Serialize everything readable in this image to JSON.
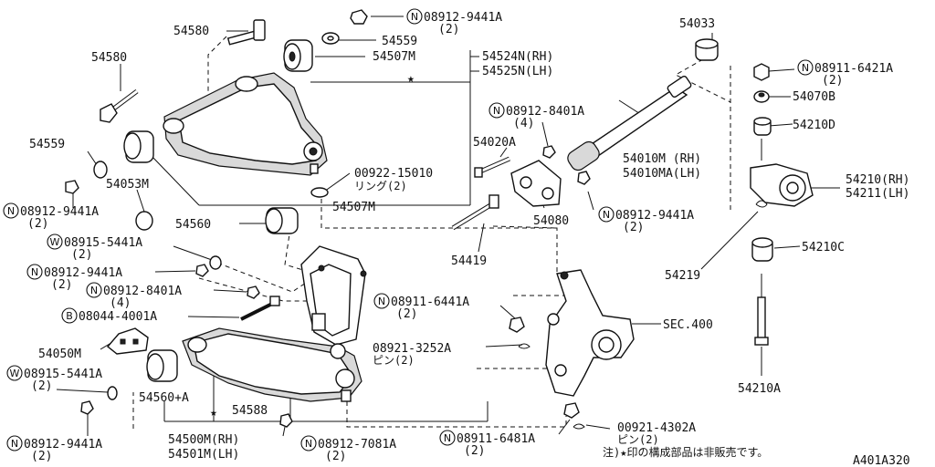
{
  "callouts": {
    "c54580_top": "54580",
    "c08912_9441A_top": "08912-9441A",
    "c08912_9441A_top_qty": "(2)",
    "c54559_top": "54559",
    "c54580_left": "54580",
    "c54507M_top": "54507M",
    "c54524N": "54524N(RH)",
    "c54525N": "54525N(LH)",
    "c54559_left": "54559",
    "c54053M": "54053M",
    "c08912_9441A_left": "08912-9441A",
    "c08912_9441A_left_qty": "(2)",
    "c00922_15010": "00922-15010",
    "c00922_15010_sub": "リング(2)",
    "c54507M_bottom": "54507M",
    "c54560": "54560",
    "c08915_5441A_top": "08915-5441A",
    "c08915_5441A_top_qty": "(2)",
    "c08912_9441A_mid": "08912-9441A",
    "c08912_9441A_mid_qty": "(2)",
    "c08912_8401A_left": "08912-8401A",
    "c08912_8401A_left_qty": "(4)",
    "c08044_4001A": "08044-4001A",
    "c54050M": "54050M",
    "c08915_5441A_bottom": "08915-5441A",
    "c08915_5441A_bottom_qty": "(2)",
    "c54560A": "54560+A",
    "c54588": "54588",
    "c08912_9441A_bottom": "08912-9441A",
    "c08912_9441A_bottom_qty": "(2)",
    "c54500M": "54500M(RH)",
    "c54501M": "54501M(LH)",
    "c08912_7081A": "08912-7081A",
    "c08912_7081A_qty": "(2)",
    "c54033": "54033",
    "c08912_8401A_right": "08912-8401A",
    "c08912_8401A_right_qty": "(4)",
    "c54020A": "54020A",
    "c54010M": "54010M (RH)",
    "c54010MA": "54010MA(LH)",
    "c54080": "54080",
    "c08912_9441A_right": "08912-9441A",
    "c08912_9441A_right_qty": "(2)",
    "c54419": "54419",
    "c08911_6441A": "08911-6441A",
    "c08911_6441A_qty": "(2)",
    "c08921_3252A": "08921-3252A",
    "c08921_3252A_sub": "ピン(2)",
    "cSEC400": "SEC.400",
    "c08911_6481A": "08911-6481A",
    "c08911_6481A_qty": "(2)",
    "c00921_4302A": "00921-4302A",
    "c00921_4302A_sub": "ピン(2)",
    "c08911_6421A": "08911-6421A",
    "c08911_6421A_qty": "(2)",
    "c54070B": "54070B",
    "c54210D": "54210D",
    "c54210RH": "54210(RH)",
    "c54211LH": "54211(LH)",
    "c54219": "54219",
    "c54210C": "54210C",
    "c54210A": "54210A"
  },
  "prefix_marks": {
    "nut": "N",
    "washer": "W",
    "bolt": "B"
  },
  "star_mark": "★",
  "footnote": "注)★印の構成部品は非販売です。",
  "diagram_id": "A401A320"
}
